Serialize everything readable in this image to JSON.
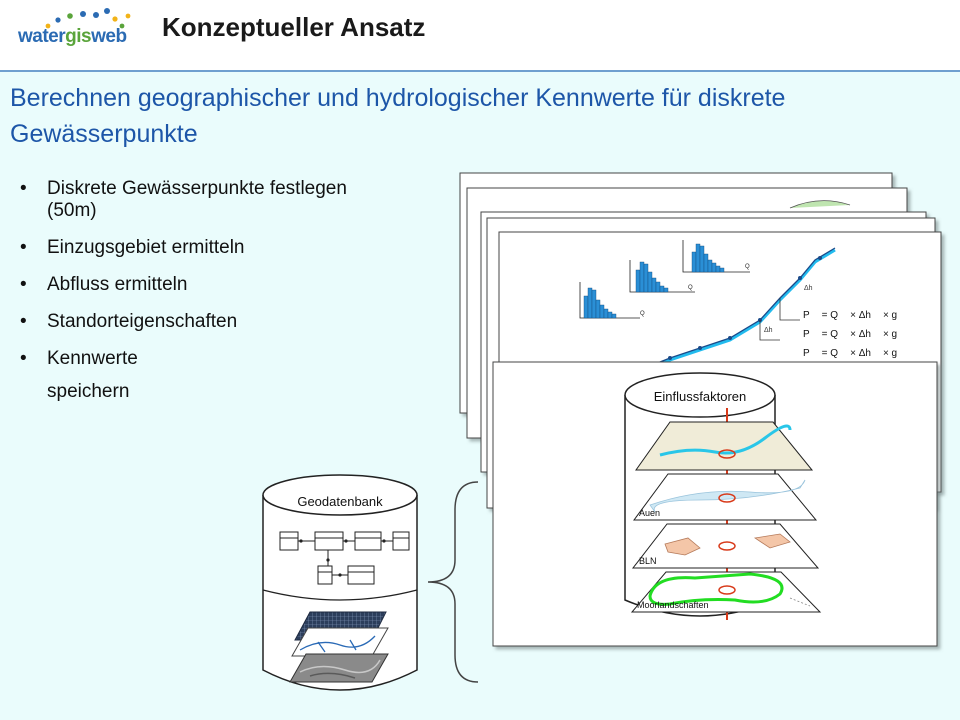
{
  "header": {
    "logo": {
      "part1": "water",
      "part2": "gis",
      "part3": "web"
    },
    "title": "Konzeptueller Ansatz"
  },
  "subtitle": "Berechnen geographischer  und hydrologischer Kennwerte für diskrete Gewässerpunkte",
  "bullets": [
    {
      "text": "Diskrete Gewässerpunkte festlegen (50m)"
    },
    {
      "text": "Einzugsgebiet ermitteln"
    },
    {
      "text": "Abfluss ermitteln"
    },
    {
      "text": "Standorteigenschaften"
    },
    {
      "text": "Kennwerte",
      "extra": "speichern"
    }
  ],
  "database": {
    "label": "Geodatenbank"
  },
  "layer_panel": {
    "title": "Einflussfaktoren",
    "layers": [
      "Auen",
      "BLN",
      "Moorlandschaften"
    ]
  },
  "formulas": [
    {
      "p": "P",
      "rest": "= Q",
      "delta": "× Δh",
      "g": "× g"
    },
    {
      "p": "P",
      "rest": "= Q",
      "delta": "× Δh",
      "g": "× g"
    },
    {
      "p": "P",
      "rest": "= Q",
      "delta": "× Δh",
      "g": "× g"
    }
  ],
  "histogram_axis_label": "Q",
  "colors": {
    "title_blue": "#1d56a8",
    "background": "#eafcfc",
    "river_cyan": "#29c6e8",
    "moor_green": "#22dd22",
    "bln_fill": "#f4c6a8",
    "histogram_blue": "#2a8fd6"
  }
}
